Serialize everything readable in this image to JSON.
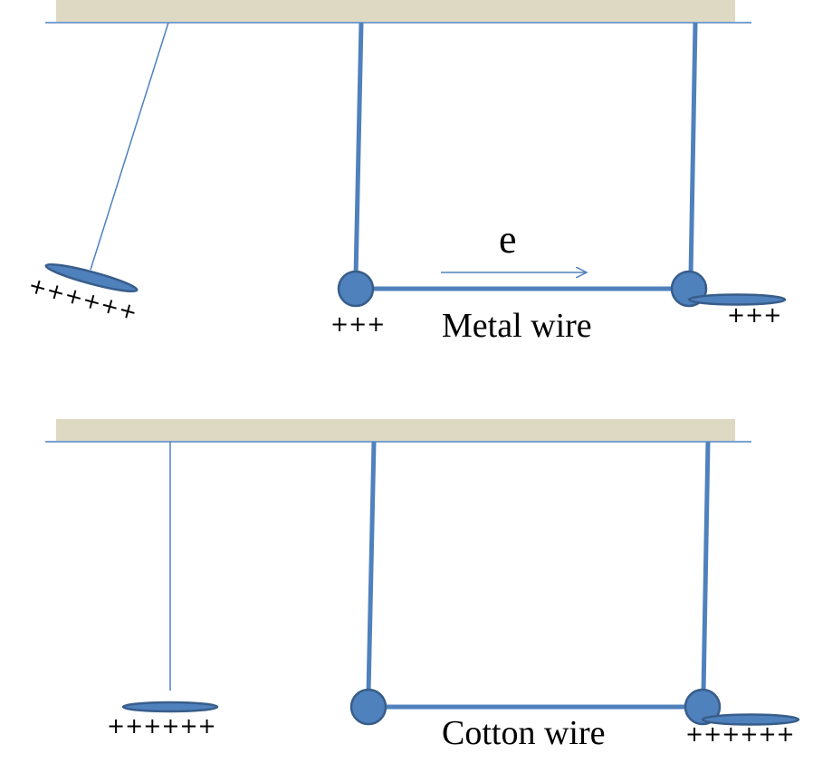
{
  "colors": {
    "ceiling_fill": "#ddd9c3",
    "line_blue": "#4f81bd",
    "ball_fill": "#4f81bd",
    "ball_stroke": "#385d8a",
    "text": "#000000"
  },
  "top_panel": {
    "electron_label": "e",
    "charged_plate_charge": "++++++",
    "left_sphere_charge": "+++",
    "right_sphere_charge": "+++",
    "wire_label": "Metal wire"
  },
  "bottom_panel": {
    "charged_plate_charge": "++++++",
    "right_sphere_charge": "++++++",
    "wire_label": "Cotton wire"
  }
}
